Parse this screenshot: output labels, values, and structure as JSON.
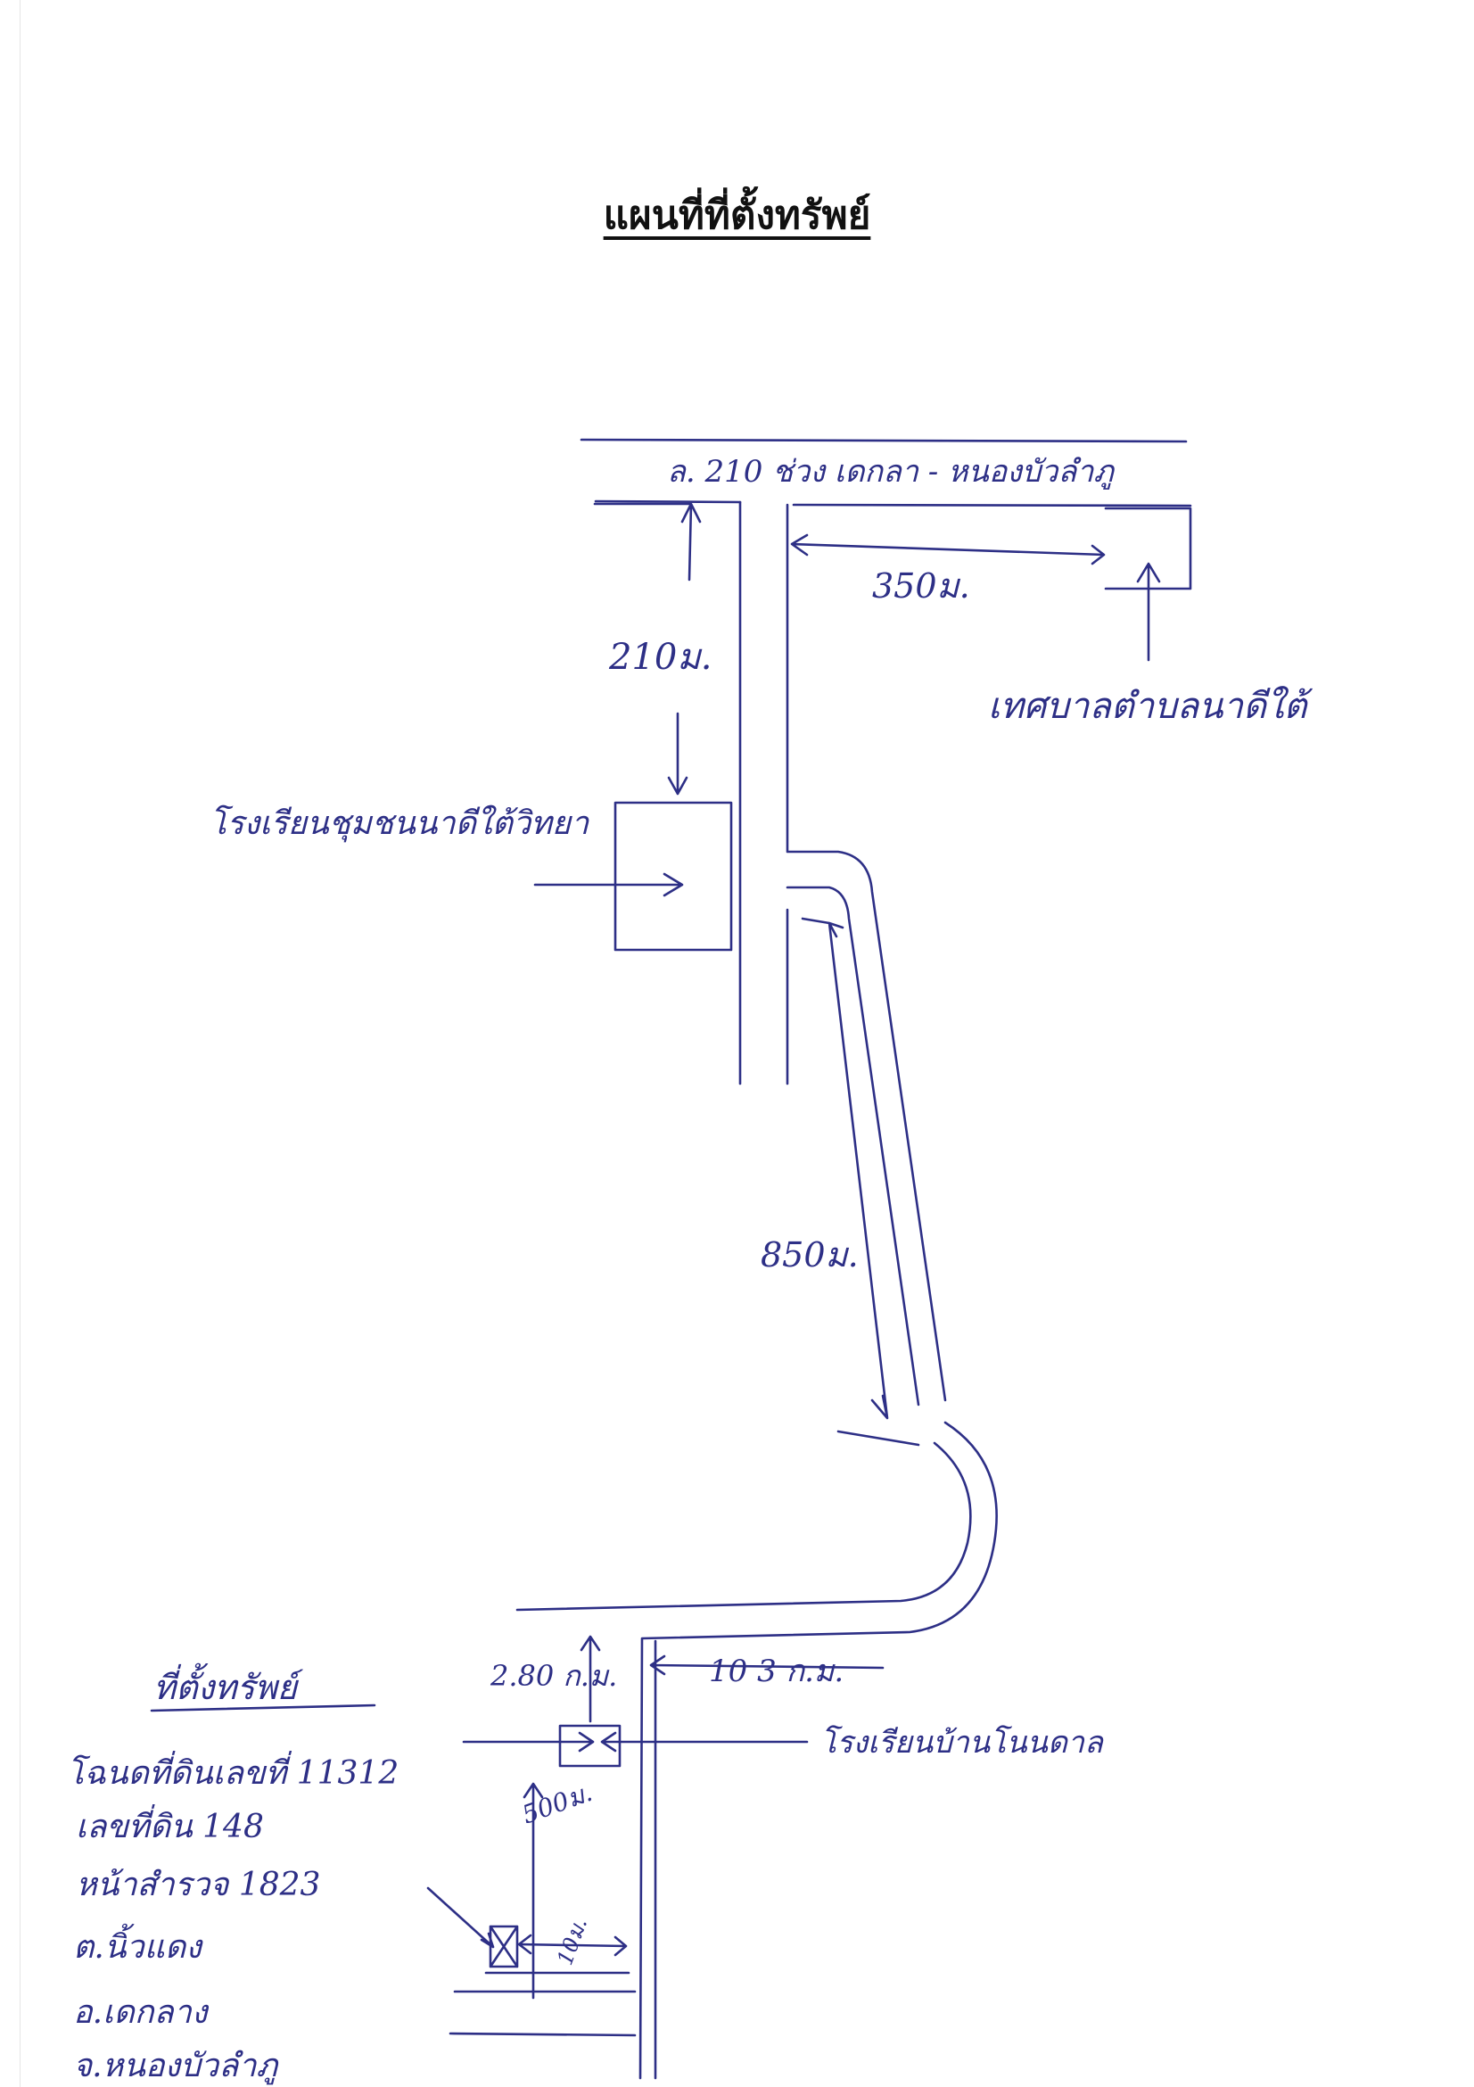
{
  "title": "แผนที่ที่ตั้งทรัพย์",
  "labels": {
    "highway": "ล. 210 ช่วง เดกลา - หนองบัวลำภู",
    "dist_top_right": "350ม.",
    "dist_left": "210ม.",
    "municipality": "เทศบาลตำบลนาดีใต้",
    "school_top": "โรงเรียนชุมชนนาดีใต้วิทยา",
    "dist_curve": "850ม.",
    "dist_bottom": "10 3 ก.ม.",
    "dist_small": "2.80 ก.ม.",
    "school_bottom": "โรงเรียนบ้านโนนดาล",
    "dist_vertical": "500ม.",
    "dist_tiny": "10ม."
  },
  "property": {
    "heading": "ที่ตั้งทรัพย์",
    "lines": [
      "โฉนดที่ดินเลขที่ 11312",
      "เลขที่ดิน 148",
      "หน้าสำรวจ 1823",
      "ต.นิ้วแดง",
      "อ.เดกลาง",
      "จ.หนองบัวลำภู"
    ]
  }
}
